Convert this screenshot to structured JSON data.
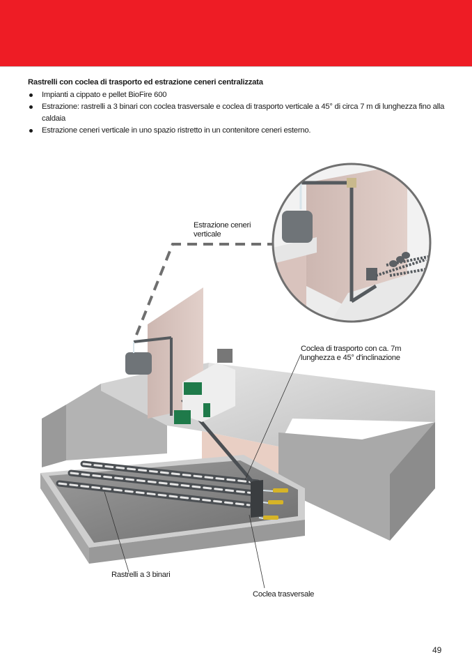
{
  "header": {
    "band_color": "#ee1c25"
  },
  "content": {
    "heading": "Rastrelli con coclea di trasporto ed estrazione ceneri centralizzata",
    "bullets": [
      {
        "text": "Impianti a cippato e pellet BioFire 600"
      },
      {
        "text": "Estrazione: rastrelli a 3 binari con coclea trasversale e coclea di trasporto verticale a 45° di  circa 7 m di lunghezza fino alla caldaia"
      },
      {
        "text": "Estrazione ceneri verticale in uno spazio ristretto in un contenitore ceneri esterno."
      }
    ]
  },
  "illustration": {
    "callouts": {
      "ash_extraction": {
        "line1": "Estrazione ceneri",
        "line2": "verticale"
      },
      "transport_auger": {
        "line1": "Coclea di trasporto con ca. 7m",
        "line2": "lunghezza e 45° d'inclinazione"
      },
      "push_floor": {
        "line1": "Rastrelli a 3 binari"
      },
      "cross_auger": {
        "line1": "Coclea trasversale"
      }
    },
    "colors": {
      "wall_pink": "#d9c3bd",
      "concrete": "#bcbcbc",
      "boiler_green": "#1f7a4a",
      "hydraulic_yellow": "#d6b427",
      "steel": "#555a5e"
    }
  },
  "footer": {
    "page_number": "49"
  }
}
